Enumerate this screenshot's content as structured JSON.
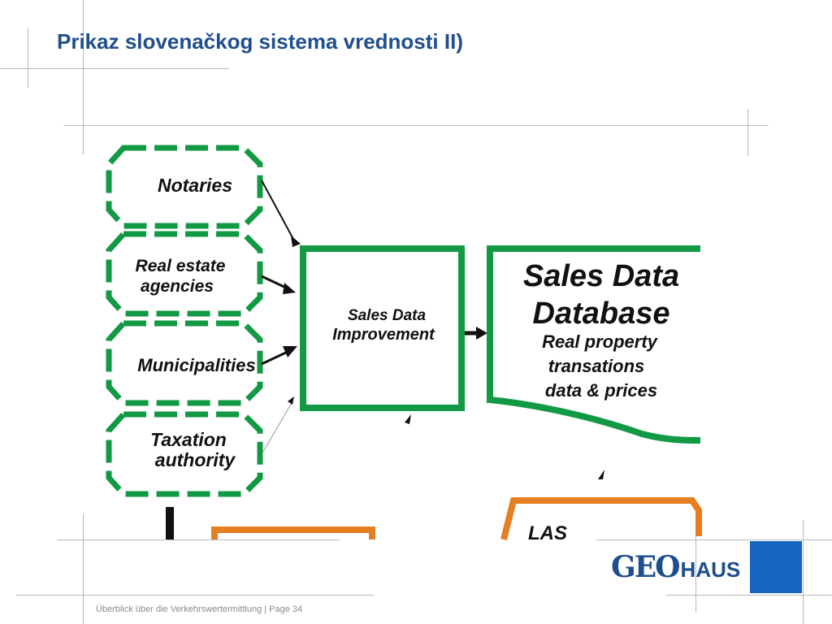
{
  "slide": {
    "title": "Prikaz slovenačkog sistema vrednosti II)",
    "footer": "Überblick über die Verkehrswertermittlung  | Page 34"
  },
  "diagram": {
    "sources": [
      {
        "id": "notaries",
        "lines": [
          "Notaries"
        ]
      },
      {
        "id": "real-estate-agencies",
        "lines": [
          "Real estate",
          "agencies"
        ]
      },
      {
        "id": "municipalities",
        "lines": [
          "Municipalities"
        ]
      },
      {
        "id": "taxation-authority",
        "lines": [
          "Taxation",
          "authority"
        ]
      }
    ],
    "improvement": {
      "lines": [
        "Sales Data",
        "Improvement"
      ]
    },
    "database": {
      "title_lines": [
        "Sales Data",
        "Database"
      ],
      "body_lines": [
        "Real property",
        "transations",
        "data & prices"
      ]
    },
    "partial_label": "LAS"
  },
  "logo": {
    "geo": "GEO",
    "haus": "HAUS"
  },
  "colors": {
    "title": "#1f4e8c",
    "green": "#119944",
    "orange": "#e67e22",
    "logo_blue": "#1f4e8c",
    "logo_square": "#1565c0",
    "guides": "#b8b8b8"
  }
}
